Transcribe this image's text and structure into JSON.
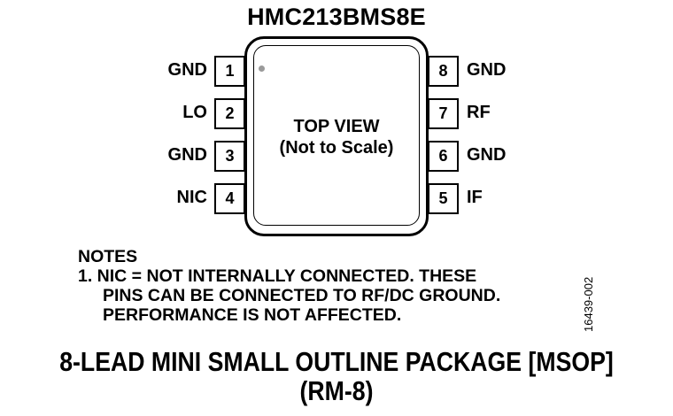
{
  "title": "HMC213BMS8E",
  "package_view": {
    "line1": "TOP VIEW",
    "line2": "(Not to Scale)"
  },
  "pins_left": [
    {
      "number": "1",
      "name": "GND"
    },
    {
      "number": "2",
      "name": "LO"
    },
    {
      "number": "3",
      "name": "GND"
    },
    {
      "number": "4",
      "name": "NIC"
    }
  ],
  "pins_right": [
    {
      "number": "8",
      "name": "GND"
    },
    {
      "number": "7",
      "name": "RF"
    },
    {
      "number": "6",
      "name": "GND"
    },
    {
      "number": "5",
      "name": "IF"
    }
  ],
  "notes": {
    "heading": "NOTES",
    "line1": "1. NIC = NOT INTERNALLY CONNECTED. THESE",
    "line2": "PINS CAN BE CONNECTED TO RF/DC GROUND.",
    "line3": "PERFORMANCE IS NOT AFFECTED."
  },
  "figure_id": "16439-002",
  "caption": {
    "line1": "8-LEAD MINI SMALL OUTLINE PACKAGE [MSOP]",
    "line2": "(RM-8)"
  },
  "colors": {
    "ink": "#000000",
    "pin1_marker": "#9a9a9a",
    "background": "#ffffff"
  }
}
